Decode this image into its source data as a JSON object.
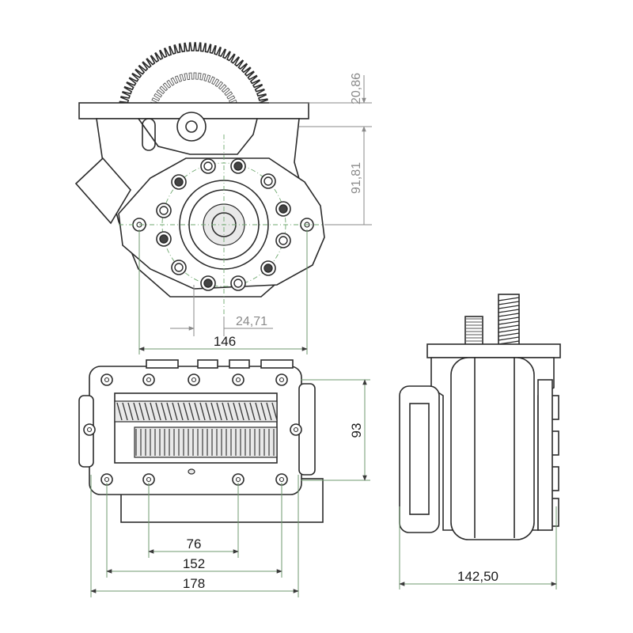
{
  "dimensions": {
    "top_gear_offset": "20,86",
    "flange_height": "91,81",
    "bolt_offset": "24,71",
    "flange_width": "146",
    "side_height": "93",
    "inner_bolt_span": "76",
    "outer_bolt_span": "152",
    "overall_width": "178",
    "side_view_width": "142,50"
  }
}
